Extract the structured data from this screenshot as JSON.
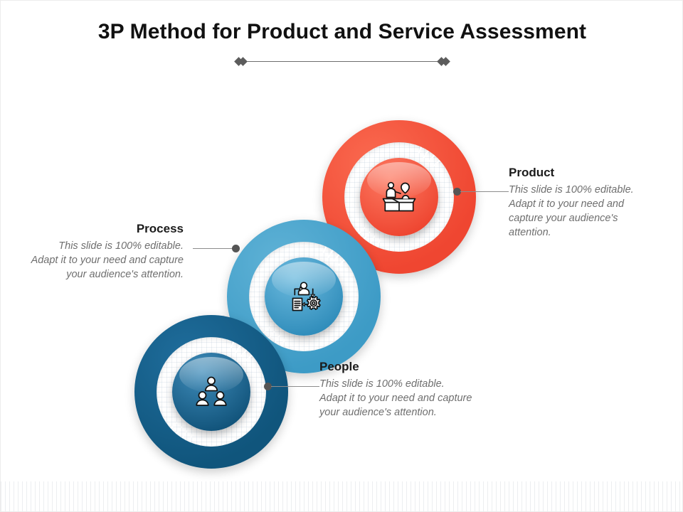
{
  "slide": {
    "title": "3P Method for Product and Service Assessment",
    "divider": "decorative-diamond-divider"
  },
  "body_text": "This slide is 100% editable. Adapt it to your need and capture your audience's attention.",
  "nodes": [
    {
      "key": "product",
      "label": "Product",
      "icon": "product-presentation-icon",
      "ring_color": "#EF4631",
      "core_color": "#EE4631",
      "description": "This slide is 100% editable. Adapt it to your need and capture your audience's attention."
    },
    {
      "key": "process",
      "label": "Process",
      "icon": "workflow-gear-icon",
      "ring_color": "#3D9BC6",
      "core_color": "#2F8CBA",
      "description": "This slide is 100% editable. Adapt it to your need and capture your audience's attention."
    },
    {
      "key": "people",
      "label": "People",
      "icon": "group-of-people-icon",
      "ring_color": "#10557C",
      "core_color": "#11537A",
      "description": "This slide is 100% editable. Adapt it to your need and capture your audience's attention."
    }
  ],
  "colors": {
    "title": "#111111",
    "body": "#6F6F6F",
    "connector": "#8D8D8D",
    "connector_dot": "#555555",
    "background": "#FFFFFF"
  }
}
